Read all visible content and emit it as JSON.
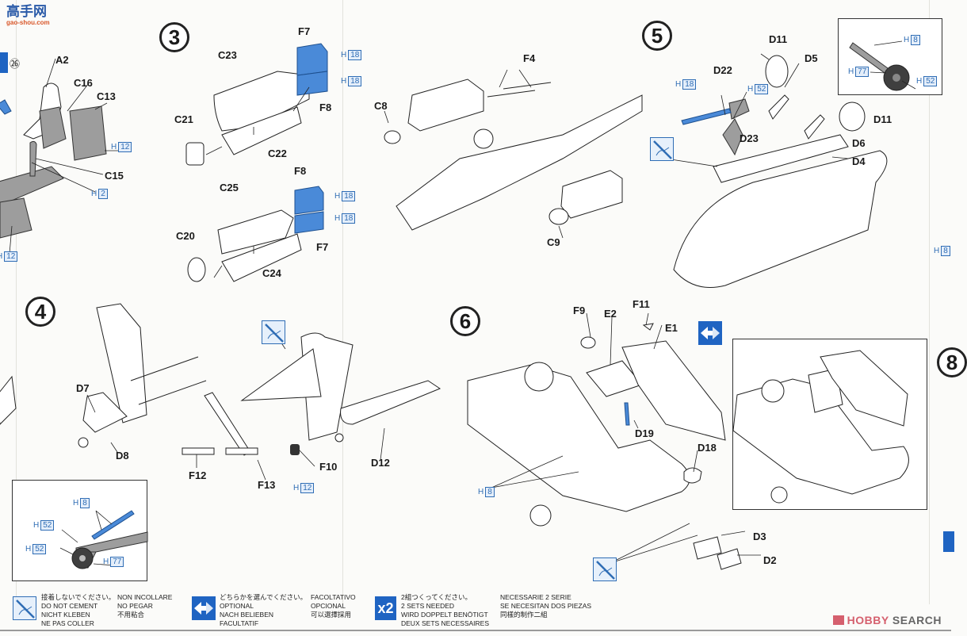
{
  "watermark": {
    "site_cn": "高手网",
    "site_url": "gao-shou.com"
  },
  "brand": {
    "name_a": "HOBBY",
    "name_b": "SEARCH",
    "color_a": "#d5606e",
    "color_b": "#666666"
  },
  "accent_color": "#2f6db5",
  "steps": [
    {
      "number": "3",
      "labels": [
        "F7",
        "C23",
        "C21",
        "C22",
        "F8",
        "C25",
        "C20",
        "C24",
        "F8",
        "F7"
      ],
      "paints": [
        {
          "code": "H",
          "num": "18"
        },
        {
          "code": "H",
          "num": "18"
        },
        {
          "code": "H",
          "num": "18"
        },
        {
          "code": "H",
          "num": "18"
        }
      ]
    },
    {
      "number": "4",
      "labels": [
        "D7",
        "D8",
        "F12",
        "F13",
        "F10",
        "D12"
      ],
      "paints": [
        {
          "code": "H",
          "num": "12"
        }
      ],
      "inset_paints": [
        {
          "code": "H",
          "num": "8"
        },
        {
          "code": "H",
          "num": "52"
        },
        {
          "code": "H",
          "num": "52"
        },
        {
          "code": "H",
          "num": "77"
        }
      ]
    },
    {
      "number": "5",
      "labels": [
        "D11",
        "D5",
        "D22",
        "D23",
        "D11",
        "D6",
        "D4"
      ],
      "paints": [
        {
          "code": "H",
          "num": "18"
        },
        {
          "code": "H",
          "num": "52"
        }
      ],
      "inset_paints": [
        {
          "code": "H",
          "num": "8"
        },
        {
          "code": "H",
          "num": "77"
        },
        {
          "code": "H",
          "num": "52"
        }
      ]
    },
    {
      "number": "6",
      "labels": [
        "F9",
        "E2",
        "F11",
        "E1",
        "D19",
        "D18",
        "D3",
        "D2"
      ],
      "paints": [
        {
          "code": "H",
          "num": "8"
        }
      ]
    },
    {
      "number": "8",
      "labels": [],
      "paints": []
    }
  ],
  "prev_step": {
    "ref_num": "㉖",
    "labels": [
      "A2",
      "C16",
      "C13",
      "C15"
    ],
    "paints": [
      {
        "code": "H",
        "num": "12"
      },
      {
        "code": "H",
        "num": "2"
      },
      {
        "code": "H",
        "num": "12"
      }
    ]
  },
  "center_assembly": {
    "labels": [
      "F4",
      "C8",
      "C9"
    ]
  },
  "right_edge_paint": {
    "code": "H",
    "num": "8"
  },
  "legend": {
    "no_cement": {
      "icon": "no-cement-icon",
      "lines_a": "接着しないでください。\nDO NOT CEMENT\nNICHT KLEBEN\nNE PAS COLLER",
      "lines_b": "NON INCOLLARE\nNO PEGAR\n不用粘合"
    },
    "optional": {
      "icon": "optional-arrow-icon",
      "lines_a": "どちらかを選んでください。\nOPTIONAL\nNACH BELIEBEN\nFACULTATIF",
      "lines_b": "FACOLTATIVO\nOPCIONAL\n可以選擇採用"
    },
    "two_sets": {
      "icon_text": "x2",
      "lines_a": "2組つくってください。\n2 SETS NEEDED\nWIRD DOPPELT BENÖTIGT\nDEUX SETS NECESSAIRES",
      "lines_b": "NECESSARIE 2 SERIE\nSE NECESITAN DOS PIEZAS\n同樣的制作二組"
    }
  }
}
